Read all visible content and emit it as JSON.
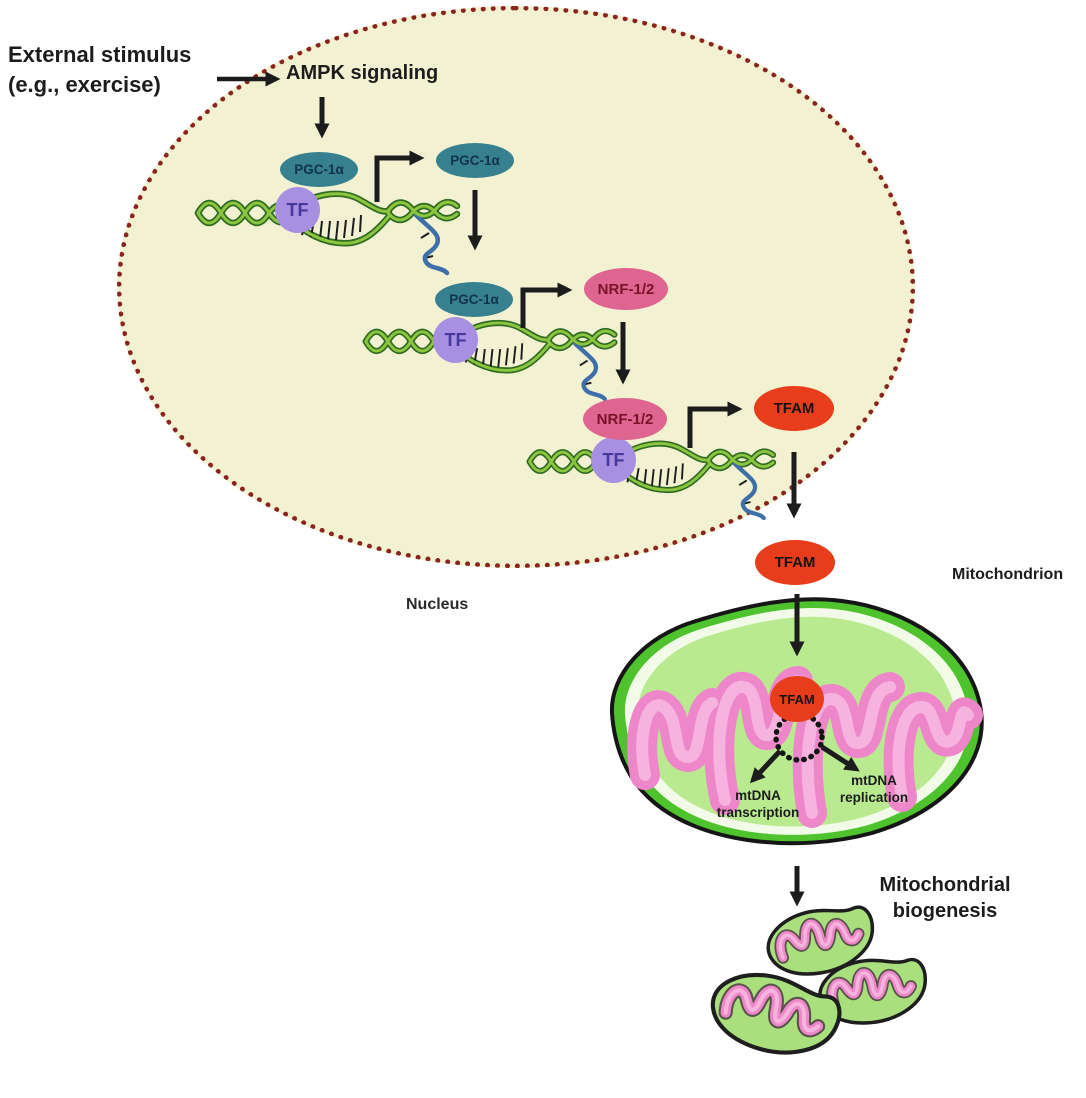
{
  "labels": {
    "external_stimulus_line1": "External stimulus",
    "external_stimulus_line2": "(e.g., exercise)",
    "ampk": "AMPK signaling",
    "pgc1a": "PGC-1α",
    "tf": "TF",
    "nrf12": "NRF-1/2",
    "tfam": "TFAM",
    "nucleus": "Nucleus",
    "mitochondrion": "Mitochondrion",
    "mtdna_transcription_line1": "mtDNA",
    "mtdna_transcription_line2": "transcription",
    "mtdna_replication_line1": "mtDNA",
    "mtdna_replication_line2": "replication",
    "biogenesis_line1": "Mitochondrial",
    "biogenesis_line2": "biogenesis"
  },
  "colors": {
    "nucleus_fill": "#f2f1d2",
    "nucleus_border": "#8a241c",
    "pgc1a_fill": "#37808f",
    "pgc1a_text": "#12334d",
    "tf_fill": "#a78fe2",
    "tf_text": "#46399b",
    "nrf_fill": "#dd6590",
    "nrf_text": "#7a1228",
    "tfam_fill": "#e83d1a",
    "tfam_text": "#141414",
    "arrow": "#1c1c1c",
    "dna_green_dark": "#2f6b22",
    "dna_green_light": "#8cc63f",
    "dna_blue": "#3f6fa8",
    "mito_rim": "#4ec32d",
    "mito_gap": "#f2fbe8",
    "mito_matrix": "#b9ea90",
    "cristae_pink": "#ee87c9",
    "cristae_light": "#f6b3dd",
    "small_mito_fill": "#a9e07d"
  }
}
